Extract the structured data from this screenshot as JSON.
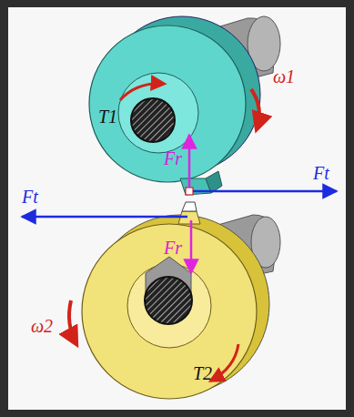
{
  "diagram": {
    "labels": [
      "T1",
      "ω1",
      "Fr",
      "Ft",
      "Ft",
      "Fr",
      "ω2",
      "T2"
    ]
  }
}
